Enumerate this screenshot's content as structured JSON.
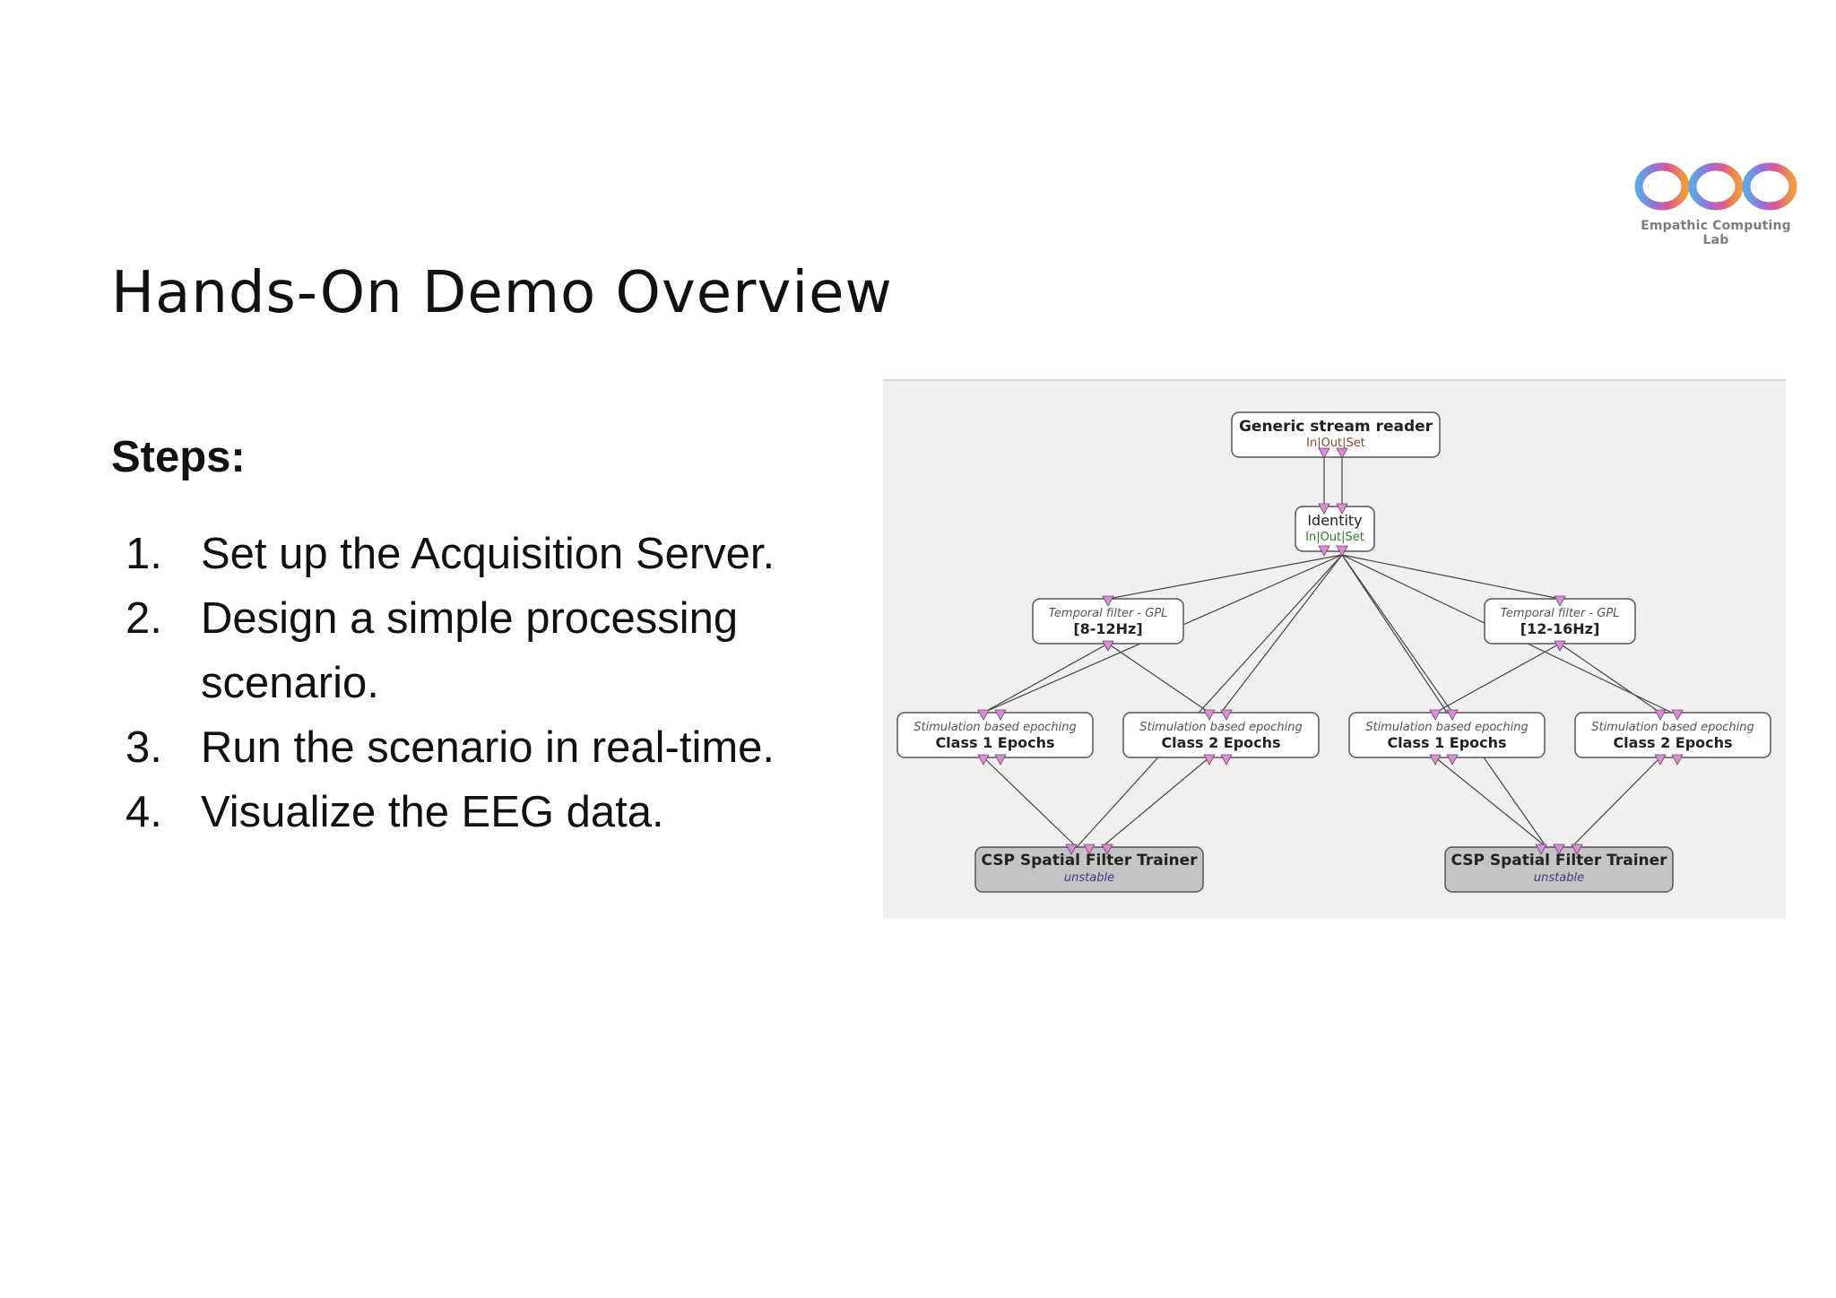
{
  "logo": {
    "text": "Empathic Computing Lab",
    "icon": "infinity-loop-logo"
  },
  "title": "Hands-On Demo Overview",
  "steps_heading": "Steps:",
  "steps": [
    {
      "num": "1.",
      "text": "Set up the Acquisition Server."
    },
    {
      "num": "2.",
      "text": "Design a simple processing scenario."
    },
    {
      "num": "3.",
      "text": "Run the scenario in real-time."
    },
    {
      "num": "4.",
      "text": "Visualize the EEG data."
    }
  ],
  "diagram": {
    "reader": {
      "title": "Generic stream reader",
      "sub": "In|Out|Set"
    },
    "identity": {
      "title": "Identity",
      "sub": "In|Out|Set"
    },
    "temporal_left": {
      "title": "Temporal filter - GPL",
      "sub": "[8-12Hz]"
    },
    "temporal_right": {
      "title": "Temporal filter - GPL",
      "sub": "[12-16Hz]"
    },
    "epoch_1": {
      "title": "Stimulation based epoching",
      "sub": "Class 1 Epochs"
    },
    "epoch_2": {
      "title": "Stimulation based epoching",
      "sub": "Class 2 Epochs"
    },
    "epoch_3": {
      "title": "Stimulation based epoching",
      "sub": "Class 1 Epochs"
    },
    "epoch_4": {
      "title": "Stimulation based epoching",
      "sub": "Class 2 Epochs"
    },
    "csp_left": {
      "title": "CSP Spatial Filter Trainer",
      "sub": "unstable"
    },
    "csp_right": {
      "title": "CSP Spatial Filter Trainer",
      "sub": "unstable"
    },
    "colors": {
      "connector": "#d98fd3",
      "line": "#444444",
      "node_fill": "#ffffff",
      "csp_fill": "#c4c4c4",
      "sub_blue": "#3a3a8a"
    }
  }
}
